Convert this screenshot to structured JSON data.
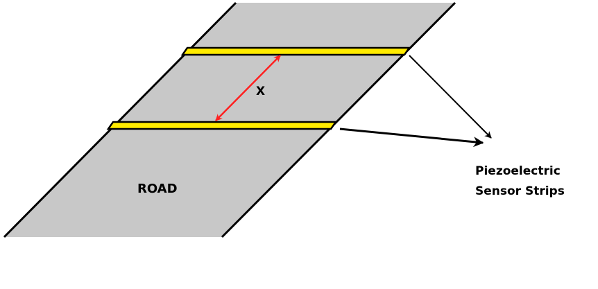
{
  "labels": {
    "road": "ROAD",
    "distance": "X",
    "sensor_line1": "Piezoelectric",
    "sensor_line2": "Sensor Strips"
  },
  "colors": {
    "road_fill": "#c8c8c8",
    "road_edge": "#000000",
    "strip_fill": "#ffeb00",
    "strip_outline": "#000000",
    "distance_arrow": "#ff2020",
    "pointer_arrow": "#000000",
    "background": "#ffffff"
  }
}
